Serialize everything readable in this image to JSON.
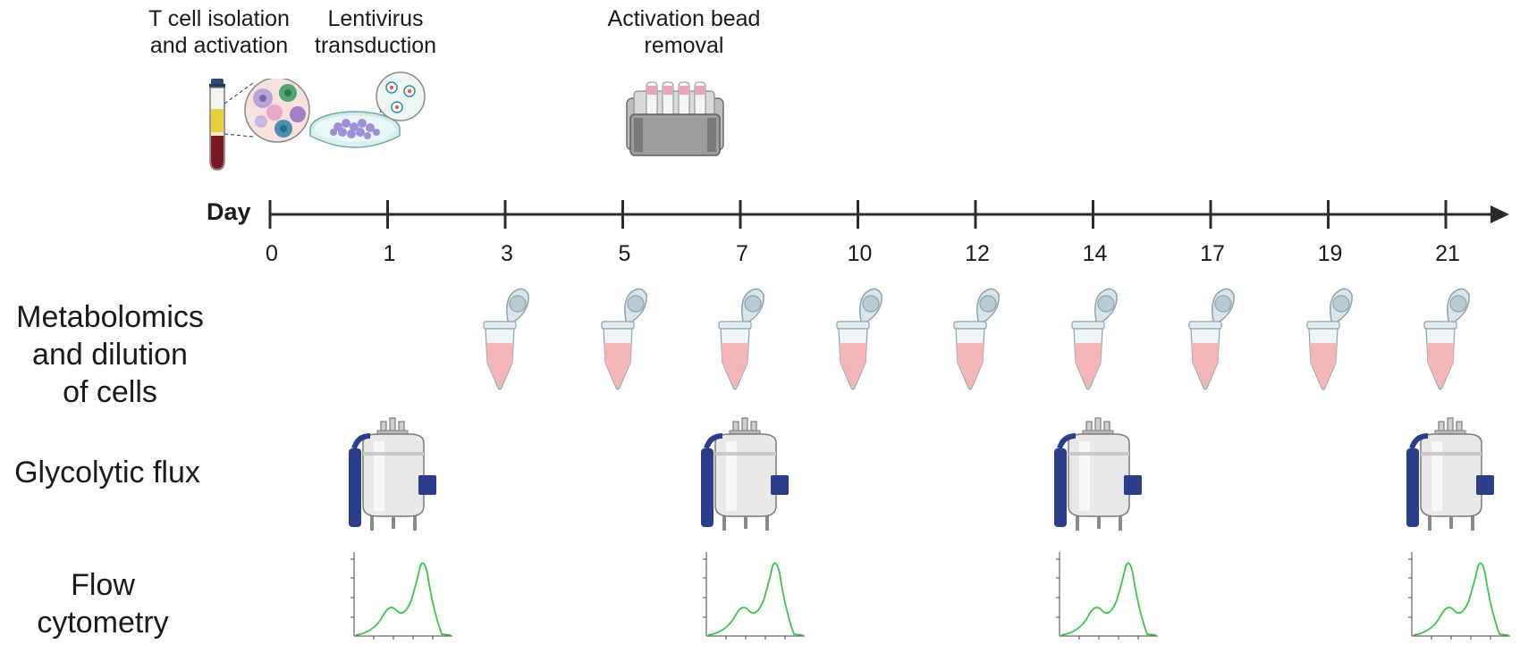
{
  "top_events": [
    {
      "label": "T cell isolation and activation",
      "lines": [
        "T cell isolation",
        "and activation"
      ]
    },
    {
      "label": "Lentivirus transduction",
      "lines": [
        "Lentivirus",
        "transduction"
      ]
    },
    {
      "label": "Activation bead removal",
      "lines": [
        "Activation bead",
        "removal"
      ]
    }
  ],
  "timeline": {
    "axis_label": "Day",
    "days": [
      "0",
      "1",
      "3",
      "5",
      "7",
      "10",
      "12",
      "14",
      "17",
      "19",
      "21"
    ]
  },
  "rows": [
    {
      "label": "Metabolomics and dilution of cells",
      "lines": [
        "Metabolomics",
        "and dilution",
        "of cells"
      ],
      "icon": "microcentrifuge-tube-icon",
      "days": [
        "3",
        "5",
        "7",
        "10",
        "12",
        "14",
        "17",
        "19",
        "21"
      ]
    },
    {
      "label": "Glycolytic flux",
      "lines": [
        "Glycolytic flux"
      ],
      "icon": "bioreactor-icon",
      "days": [
        "1",
        "7",
        "14",
        "21"
      ]
    },
    {
      "label": "Flow cytometry",
      "lines": [
        "Flow",
        "cytometry"
      ],
      "icon": "histogram-icon",
      "days": [
        "1",
        "7",
        "14",
        "21"
      ]
    }
  ],
  "colors": {
    "axis": "#2b2b2b",
    "tube_liquid": "#f4b6b6",
    "bioreactor_blue": "#2b3e8c",
    "histogram_line": "#3cc24a"
  }
}
